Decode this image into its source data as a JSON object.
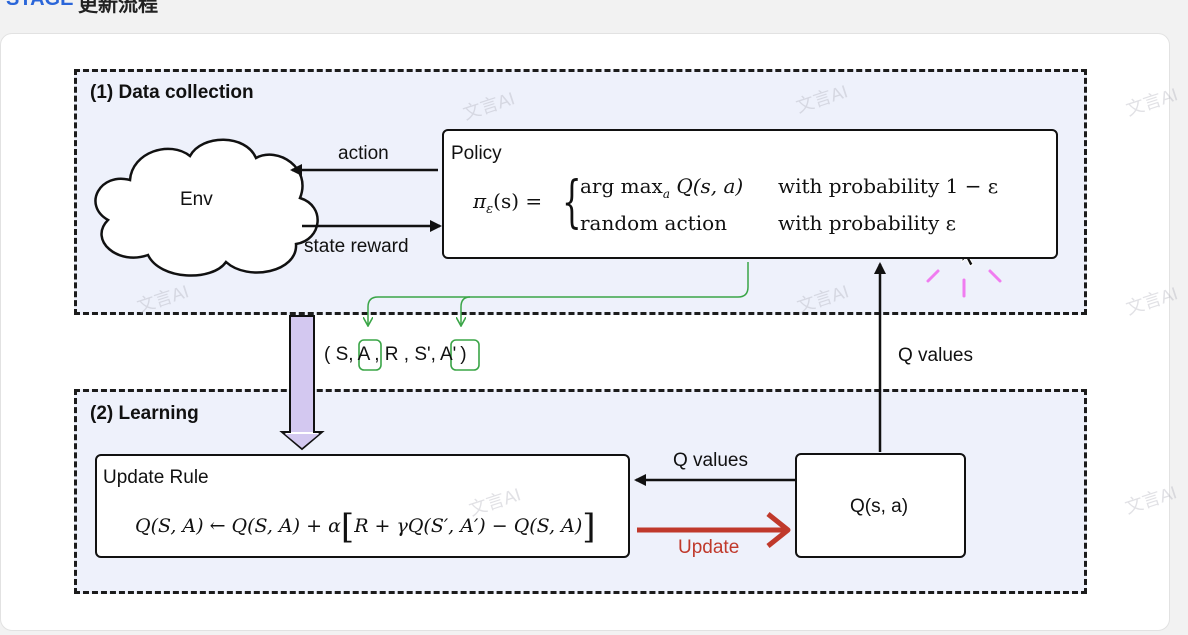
{
  "header": {
    "prefix": "STAGE",
    "title": "更新流程"
  },
  "sections": {
    "data_collection": "(1) Data collection",
    "learning": "(2) Learning"
  },
  "env": {
    "label": "Env"
  },
  "arrows": {
    "action": "action",
    "state_reward": "state reward",
    "q_values_up": "Q values",
    "q_values_left": "Q values",
    "update": "Update"
  },
  "policy": {
    "title": "Policy",
    "lhs": "π",
    "lhs_sub": "ε",
    "lhs_arg": "(s) =",
    "case1_expr": "arg max",
    "case1_sub": "a",
    "case1_q": "Q(s, a)",
    "case1_cond": "with probability 1 − ε",
    "case2_expr": "random action",
    "case2_cond": "with probability ε"
  },
  "tuple": {
    "open": "( S,",
    "a": "A",
    "mid": ", R ,  S',",
    "a2": "A'",
    "close": ")"
  },
  "update_rule": {
    "title": "Update Rule",
    "formula_lhs": "Q(S, A) ← Q(S, A) + α",
    "formula_bracket": "R + γQ(S′, A′) − Q(S, A)"
  },
  "q_table": {
    "label": "Q(s, a)"
  },
  "watermark": "文言AI",
  "colors": {
    "update_arrow": "#c0392b",
    "green_highlight": "#3aa547",
    "cursor_highlight": "#e040e0",
    "section_bg": "#eef1fb",
    "header_accent": "#2b66d9"
  }
}
